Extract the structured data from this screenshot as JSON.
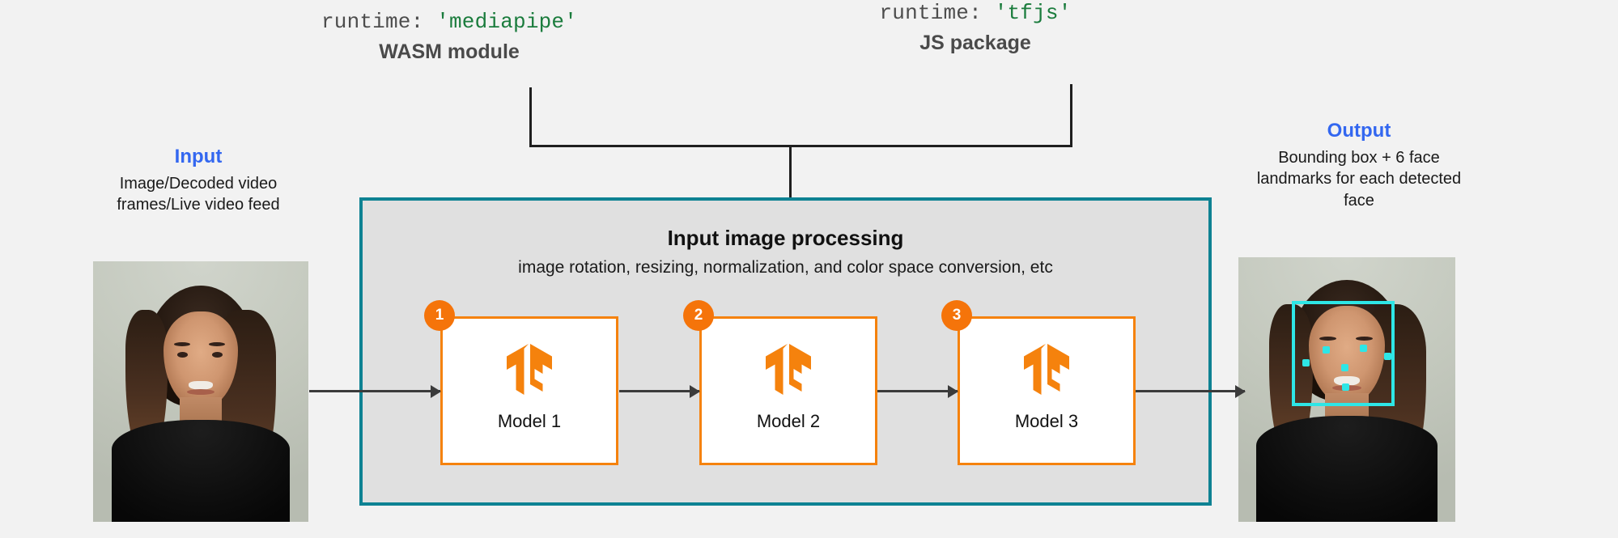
{
  "diagram": {
    "runtimes": [
      {
        "code_prefix": "runtime: ",
        "code_value": "'mediapipe'",
        "subtitle": "WASM module"
      },
      {
        "code_prefix": "runtime: ",
        "code_value": "'tfjs'",
        "subtitle": "JS package"
      }
    ],
    "input": {
      "title": "Input",
      "description": "Image/Decoded video frames/Live video feed"
    },
    "output": {
      "title": "Output",
      "description": "Bounding box + 6 face landmarks for each detected face"
    },
    "panel": {
      "title": "Input image processing",
      "subtitle": "image rotation, resizing, normalization, and color space conversion, etc"
    },
    "models": [
      {
        "badge": "1",
        "label": "Model 1",
        "logo": "tensorflow-logo"
      },
      {
        "badge": "2",
        "label": "Model 2",
        "logo": "tensorflow-logo"
      },
      {
        "badge": "3",
        "label": "Model 3",
        "logo": "tensorflow-logo"
      }
    ],
    "colors": {
      "accent_blue": "#3367f0",
      "code_green": "#1b7c3d",
      "panel_border_teal": "#0e8293",
      "panel_fill": "#e0e0e0",
      "model_border_orange": "#f5820d",
      "badge_orange": "#f5740a",
      "detection_cyan": "#2ee6e6",
      "background": "#f2f2f2"
    }
  }
}
